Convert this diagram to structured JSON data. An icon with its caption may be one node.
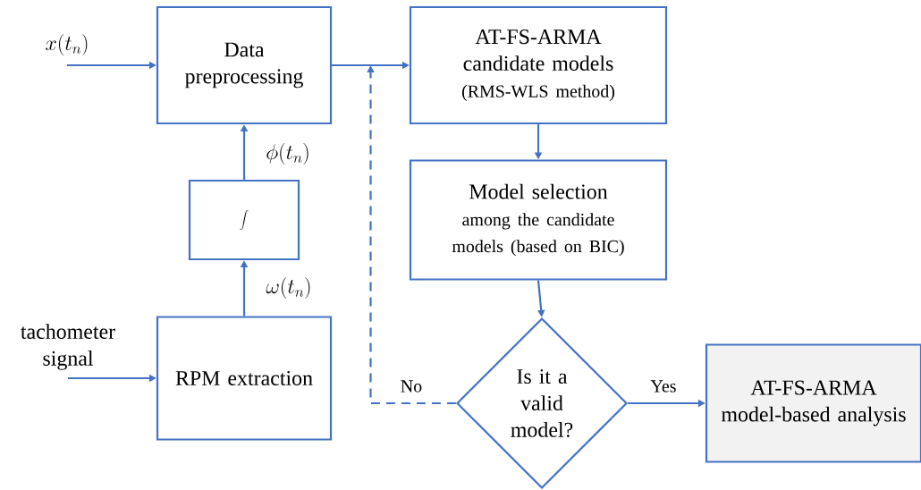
{
  "diagram": {
    "nodes": [
      {
        "text": [
          "x(t_n)"
        ]
      },
      {
        "text": [
          "Data preprocessing"
        ]
      },
      {
        "text": [
          "\\int"
        ]
      },
      {
        "text": [
          "tachometer signal"
        ]
      },
      {
        "text": [
          "RPM extraction"
        ]
      },
      {
        "text": [
          "AT-FS-ARMA candidate models",
          "(RMS-WLS method)"
        ]
      },
      {
        "text": [
          "Model selection",
          "among the candidate models (based on BIC)"
        ]
      },
      {
        "text": [
          "Is it a valid model?"
        ]
      },
      {
        "text": [
          "AT-FS-ARMA model-based analysis"
        ]
      }
    ],
    "edges": [
      {
        "from": 0,
        "to": 1,
        "arrow": "to"
      },
      {
        "from": 3,
        "to": 4,
        "arrow": "to"
      },
      {
        "from": 4,
        "to": 2,
        "arrow": "to",
        "label": "\\omega(t_n)"
      },
      {
        "from": 2,
        "to": 1,
        "arrow": "to",
        "label": "\\phi(t_n)"
      },
      {
        "from": 1,
        "to": 5,
        "arrow": "to"
      },
      {
        "from": 5,
        "to": 6,
        "arrow": "to"
      },
      {
        "from": 6,
        "to": 7,
        "arrow": "to"
      },
      {
        "from": 7,
        "to": 8,
        "arrow": "to",
        "label": "Yes"
      },
      {
        "from": 7,
        "to": 5,
        "arrow": "to",
        "label": "No",
        "style": "dashed"
      }
    ]
  }
}
